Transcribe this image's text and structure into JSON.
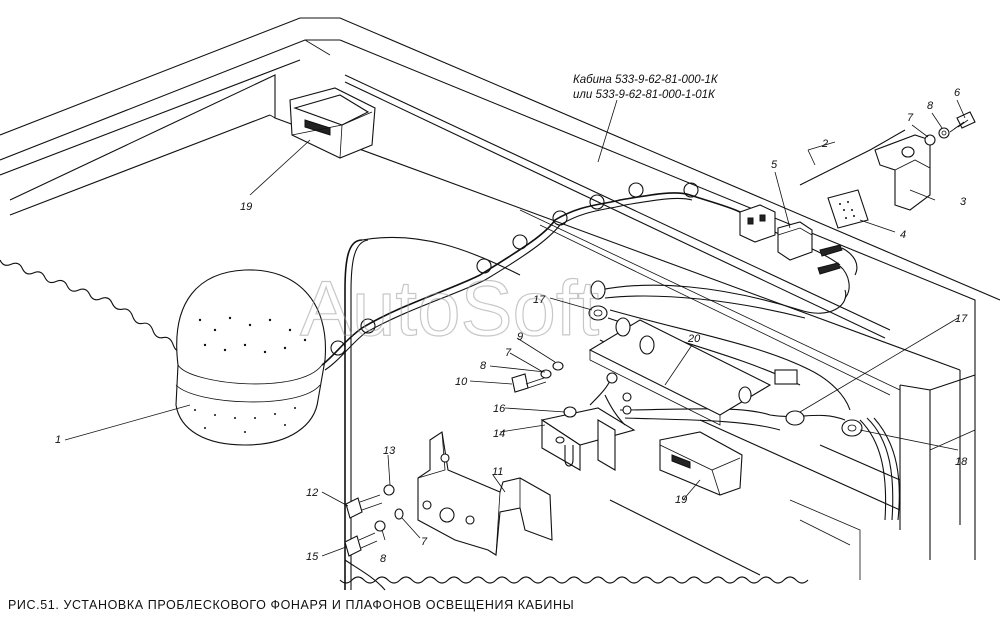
{
  "caption": "РИС.51. УСТАНОВКА ПРОБЛЕСКОВОГО ФОНАРЯ И ПЛАФОНОВ ОСВЕЩЕНИЯ КАБИНЫ",
  "cabin_note": {
    "line1": "Кабина 533-9-62-81-000-1К",
    "line2": "или 533-9-62-81-000-1-01К"
  },
  "watermark": "AutoSoft",
  "callouts": {
    "c1": "1",
    "c2": "2",
    "c3": "3",
    "c4": "4",
    "c5": "5",
    "c6": "6",
    "c7a": "7",
    "c7b": "7",
    "c7c": "7",
    "c8a": "8",
    "c8b": "8",
    "c8c": "8",
    "c9": "9",
    "c10": "10",
    "c11": "11",
    "c12": "12",
    "c13": "13",
    "c14": "14",
    "c15": "15",
    "c16": "16",
    "c17a": "17",
    "c17b": "17",
    "c18": "18",
    "c19a": "19",
    "c19b": "19",
    "c20": "20"
  }
}
